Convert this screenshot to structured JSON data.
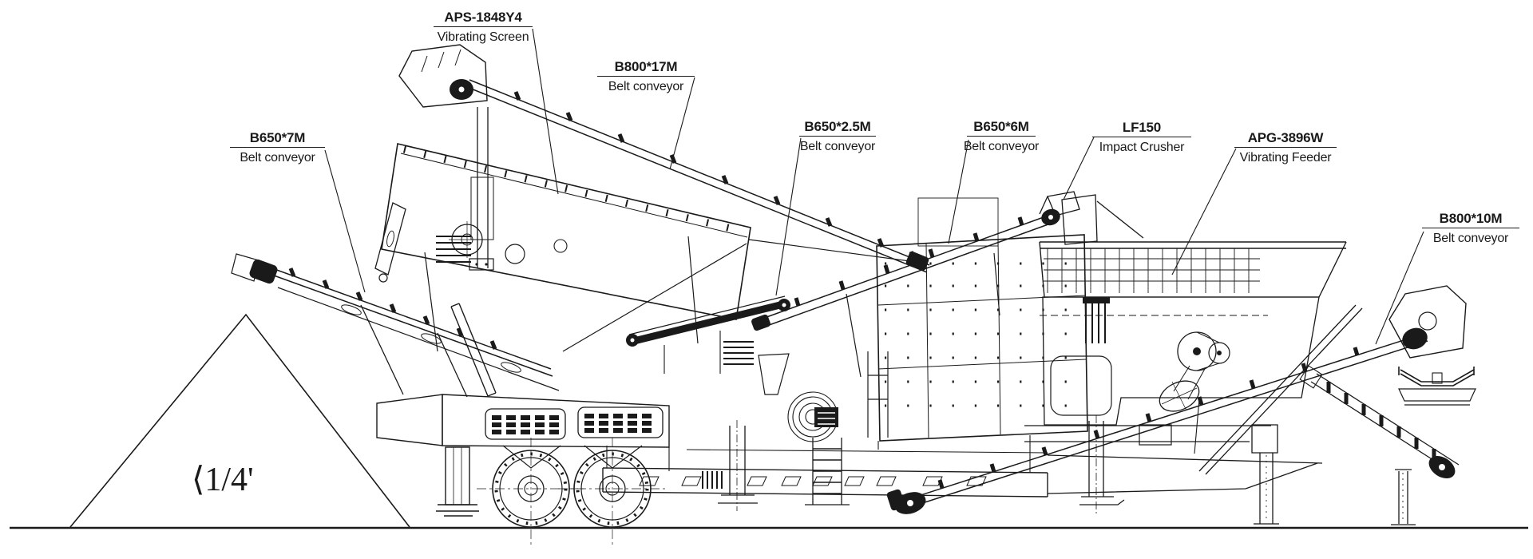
{
  "scene": {
    "background": "#ffffff",
    "line_color": "#1a1a1a",
    "stockpile_label": "⟨1/4'"
  },
  "callouts": [
    {
      "id": "b650-7m-conveyor",
      "model": "B650*7M",
      "description": "Belt conveyor"
    },
    {
      "id": "aps-1848y4-screen",
      "model": "APS-1848Y4",
      "description": "Vibrating Screen"
    },
    {
      "id": "b800-17m-conveyor",
      "model": "B800*17M",
      "description": "Belt conveyor"
    },
    {
      "id": "b650-2p5m-conveyor",
      "model": "B650*2.5M",
      "description": "Belt conveyor"
    },
    {
      "id": "b650-6m-conveyor",
      "model": "B650*6M",
      "description": "Belt conveyor"
    },
    {
      "id": "lf150-crusher",
      "model": "LF150",
      "description": "Impact Crusher"
    },
    {
      "id": "apg-3896w-feeder",
      "model": "APG-3896W",
      "description": "Vibrating Feeder"
    },
    {
      "id": "b800-10m-conveyor",
      "model": "B800*10M",
      "description": "Belt conveyor"
    }
  ]
}
